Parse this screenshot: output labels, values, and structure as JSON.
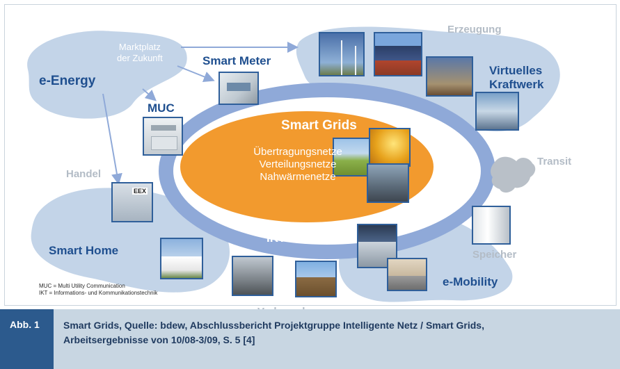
{
  "diagram": {
    "left_cloud": {
      "subtitle_line1": "Marktplatz",
      "subtitle_line2": "der Zukunft",
      "title": "e-Energy"
    },
    "smart_meter": "Smart Meter",
    "muc": "MUC",
    "smart_grids": "Smart Grids",
    "grid_types": [
      "Übertragungsnetze",
      "Verteilungsnetze",
      "Nahwärmenetze"
    ],
    "ikt": "IKT",
    "erzeugung": "Erzeugung",
    "virtuelles_line1": "Virtuelles",
    "virtuelles_line2": "Kraftwerk",
    "transit": "Transit",
    "handel": "Handel",
    "smart_home": "Smart Home",
    "speicher": "Speicher",
    "e_mobility": "e-Mobility",
    "verbrauch": "Verbrauch",
    "eex_label": "EEX",
    "footnote_muc": "MUC = Multi Utility Communication",
    "footnote_ikt": "IKT = Informations- und Kommunikationstechnik",
    "colors": {
      "dark_blue": "#1f4f8f",
      "light_cloud": "#c3d4e8",
      "ring": "#8fa9d8",
      "core": "#f29a2e",
      "grey_text": "#b3bcc6"
    }
  },
  "caption": {
    "tag": "Abb. 1",
    "line1": "Smart Grids, Quelle: bdew, Abschlussbericht Projektgruppe Intelligente Netz / Smart Grids,",
    "line2": "Arbeitsergebnisse von 10/08-3/09, S. 5 [4]"
  }
}
